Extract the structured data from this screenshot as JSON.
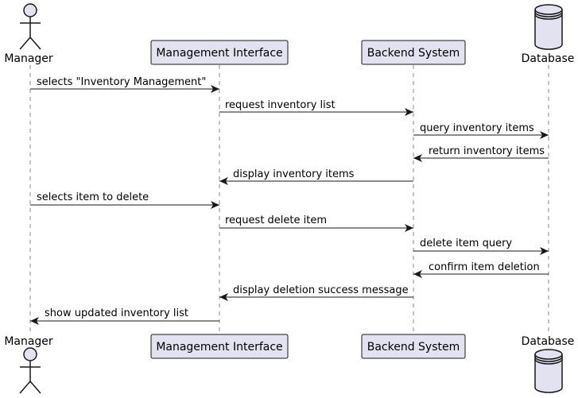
{
  "participants": [
    {
      "id": "manager",
      "label": "Manager",
      "kind": "actor"
    },
    {
      "id": "ui",
      "label": "Management Interface",
      "kind": "box"
    },
    {
      "id": "backend",
      "label": "Backend System",
      "kind": "box"
    },
    {
      "id": "db",
      "label": "Database",
      "kind": "database"
    }
  ],
  "messages": [
    {
      "from": "manager",
      "to": "ui",
      "label": "selects \"Inventory Management\""
    },
    {
      "from": "ui",
      "to": "backend",
      "label": "request inventory list"
    },
    {
      "from": "backend",
      "to": "db",
      "label": "query inventory items"
    },
    {
      "from": "db",
      "to": "backend",
      "label": "return inventory items"
    },
    {
      "from": "backend",
      "to": "ui",
      "label": "display inventory items"
    },
    {
      "from": "manager",
      "to": "ui",
      "label": "selects item to delete"
    },
    {
      "from": "ui",
      "to": "backend",
      "label": "request delete item"
    },
    {
      "from": "backend",
      "to": "db",
      "label": "delete item query"
    },
    {
      "from": "db",
      "to": "backend",
      "label": "confirm item deletion"
    },
    {
      "from": "backend",
      "to": "ui",
      "label": "display deletion success message"
    },
    {
      "from": "ui",
      "to": "manager",
      "label": "show updated inventory list"
    }
  ],
  "colors": {
    "participant_fill": "#E2E2F0",
    "participant_border": "#181818",
    "lifeline": "#8A8A8A",
    "arrow": "#181818"
  }
}
